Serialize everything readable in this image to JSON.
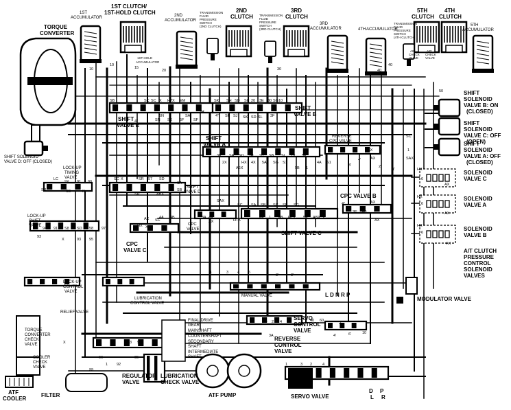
{
  "labels": {
    "torque_converter": [
      "TORQUE",
      "CONVERTER"
    ],
    "acc1": [
      "1ST",
      "ACCUMULATOR"
    ],
    "clutch1": [
      "1ST CLUTCH/",
      "1ST-HOLD CLUTCH"
    ],
    "acc2": [
      "2ND",
      "ACCUMULATOR"
    ],
    "tfp2": [
      "TRANSMISSION",
      "FLUID",
      "PRESSURE",
      "SWITCH",
      "(2ND CLUTCH)"
    ],
    "clutch2": [
      "2ND",
      "CLUTCH"
    ],
    "tfp3": [
      "TRANSMISSION",
      "FLUID",
      "PRESSURE",
      "SWITCH",
      "(3RD CLUTCH)"
    ],
    "clutch3": [
      "3RD",
      "CLUTCH"
    ],
    "acc3": [
      "3RD",
      "ACCUMULATOR"
    ],
    "acc4": [
      "4TH",
      "ACCUMULATOR"
    ],
    "tfp4": [
      "TRANSMISSION",
      "FLUID",
      "PRESSURE",
      "SWITCH",
      "(4TH CLUTCH)"
    ],
    "clutch5": [
      "5TH",
      "CLUTCH"
    ],
    "clutch4": [
      "4TH",
      "CLUTCH"
    ],
    "acc5": [
      "5TH",
      "ACCUMULATOR"
    ],
    "first_hold_acc": [
      "1ST-HOLD",
      "ACCUMULATOR"
    ],
    "air_check": [
      "AIR",
      "CHECK",
      "VALVE"
    ],
    "shift_valve_e": [
      "SHIFT",
      "VALVE E"
    ],
    "shift_valve_b": [
      "SHIFT",
      "VALVE B"
    ],
    "shift_valve_a": [
      "SHIFT",
      "VALVE A"
    ],
    "reverse_cpc": [
      "REVERSE",
      "CPC VALVE"
    ],
    "ssv_b": [
      "SHIFT",
      "SOLENOID",
      "VALVE B: ON",
      "(CLOSED)"
    ],
    "ssv_c": [
      "SHIFT",
      "SOLENOID",
      "VALVE C: OFF",
      "(OPEN)"
    ],
    "ssv_a": [
      "SHIFT",
      "SOLENOID",
      "VALVE A: OFF",
      "(CLOSED)"
    ],
    "ssv_d": [
      "SHIFT SOLENOID",
      "VALVE D: OFF (CLOSED)"
    ],
    "lockup_timing": [
      "LOCK-UP",
      "TIMING",
      "VALVE"
    ],
    "shift_valve_d": [
      "SHIFT",
      "VALVE D"
    ],
    "lockup_shift": [
      "LOCK-UP",
      "SHIFT",
      "VALVE"
    ],
    "cpc_valve": [
      "CPC",
      "VALVE"
    ],
    "cpc_valve_c": [
      "CPC",
      "VALVE C"
    ],
    "cpc_valve_b": "CPC VALVE B",
    "shift_valve_c": "SHIFT VALVE C",
    "sol_c": [
      "SOLENOID",
      "VALVE C"
    ],
    "sol_a": [
      "SOLENOID",
      "VALVE A"
    ],
    "sol_b": [
      "SOLENOID",
      "VALVE B"
    ],
    "atclutch": [
      "A/T CLUTCH",
      "PRESSURE",
      "CONTROL",
      "SOLENOID",
      "VALVES"
    ],
    "modulator": "MODULATOR VALVE",
    "manual_valve": "MANUAL VALVE",
    "range": "L D N R P",
    "lockup_control": [
      "LOCK-UP",
      "CONTROL",
      "VALVE"
    ],
    "lubrication_control": [
      "LUBRICATION",
      "CONTROL VALVE"
    ],
    "relief": "RELIEF VALVE",
    "tc_check": [
      "TORQUE",
      "CONVERTER",
      "CHECK",
      "VALVE"
    ],
    "cooler_check": [
      "COOLER",
      "CHECK",
      "VALVE"
    ],
    "shafts": [
      "FINAL DRIVE",
      "GEAR",
      "MAINSHAFT",
      "COUNTERSHAFT",
      "SECONDARY",
      "SHAFT",
      "INTERMEDIATE",
      "SHAFT"
    ],
    "servo_control": [
      "SERVO",
      "CONTROL",
      "VALVE"
    ],
    "reverse_control": [
      "REVERSE",
      "CONTROL",
      "VALVE"
    ],
    "regulator": [
      "REGULATOR",
      "VALVE"
    ],
    "lubrication_check": [
      "LUBRICATION",
      "CHECK VALVE"
    ],
    "atf_pump": "ATF PUMP",
    "servo_valve": "SERVO VALVE",
    "servo_pos": [
      "D",
      "L",
      "P",
      "R"
    ],
    "atf_cooler": [
      "ATF",
      "COOLER"
    ],
    "filter": "FILTER"
  },
  "ports": {
    "acc_nums": [
      "10",
      "10",
      "20",
      "20",
      "30",
      "30",
      "40",
      "40",
      "50",
      "15"
    ],
    "sv_e": [
      "SB",
      "SC",
      "SC",
      "X",
      "H7X",
      "EM",
      "4\"",
      "SN",
      "SE",
      "5N",
      "5F",
      "SA",
      "SF",
      "SH"
    ],
    "sv_b": [
      "SK",
      "SH",
      "SD",
      "SC",
      "20",
      "3E",
      "30",
      "SG",
      "10",
      "4\"",
      "SF",
      "SJ",
      "SK",
      "SD",
      "SL",
      "3F"
    ],
    "sv_a": [
      "SA",
      "3F",
      "SA",
      "SD",
      "SH",
      "SJ",
      "SB",
      "SL",
      "2X",
      "5F",
      "HX",
      "4X",
      "5A",
      "SG",
      "S1",
      "A6X",
      "2X",
      "5B",
      "1",
      "4A",
      "S1"
    ],
    "sv_d": [
      "SC",
      "X",
      "SR",
      "57",
      "SD",
      "SR",
      "ABX",
      "SA",
      "SB"
    ],
    "sv_c": [
      "SAX",
      "SC",
      "SA",
      "SB",
      "SC",
      "SE",
      "SG",
      "4A",
      "HTX",
      "4A",
      "1",
      "4B",
      "H2X",
      "5E",
      "ABX",
      "X"
    ],
    "cpc": [
      "3A",
      "AX",
      "4A",
      "4B",
      "AX",
      "SC",
      "HX",
      "X"
    ],
    "cpcb": [
      "4\"",
      "AX",
      "3E",
      "4B",
      "AX"
    ],
    "lockup": [
      "LC",
      "9X",
      "91",
      "90",
      "SR",
      "SB",
      "X",
      "93",
      "94",
      "91",
      "S8",
      "SD",
      "58",
      "97",
      "X",
      "93",
      "95"
    ],
    "sol": [
      "HX",
      "AX",
      "HX",
      "AX",
      "HX",
      "AX",
      "6",
      "6",
      "6",
      "SC",
      "SAX",
      "1"
    ],
    "misc": [
      "3'",
      "4'",
      "AX",
      "AX",
      "2'",
      "1'",
      "1",
      "3",
      "4",
      "5",
      "3'",
      "3'",
      "SD",
      "2",
      "1",
      "3A",
      "4",
      "40",
      "60",
      "4'",
      "6'",
      "10",
      "2'",
      "1",
      "3",
      "2",
      "4",
      "99",
      "96",
      "95",
      "1",
      "92",
      "93",
      "94",
      "X"
    ]
  },
  "colors": {
    "ink": "#000000",
    "paper": "#ffffff"
  }
}
